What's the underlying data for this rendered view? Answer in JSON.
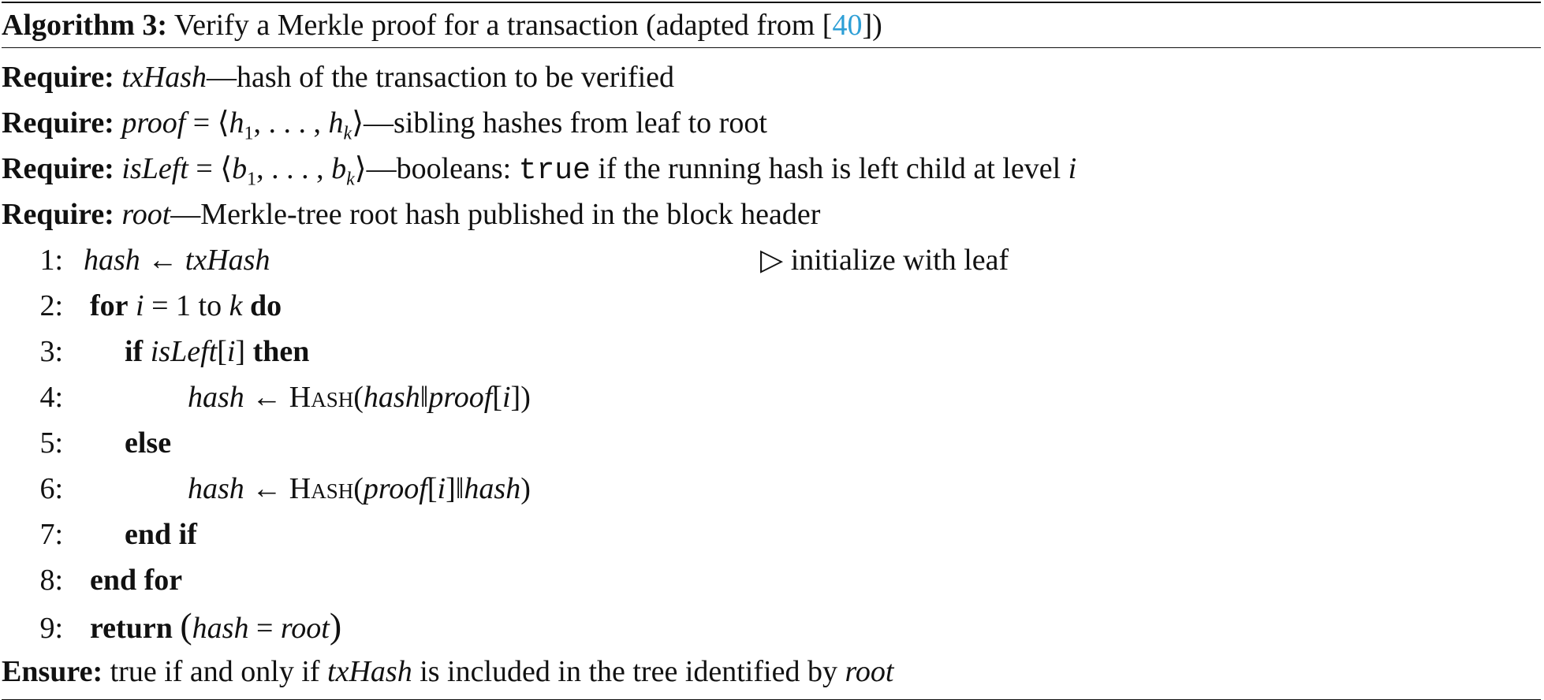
{
  "algorithm": {
    "label": "Algorithm 3:",
    "title": "Verify a Merkle proof for a transaction (adapted from ",
    "cite_open": "[",
    "cite_ref": "40",
    "cite_close": "])"
  },
  "requires": [
    {
      "keyword": "Require:",
      "var": "txHash",
      "text": "—hash of the transaction to be verified"
    },
    {
      "keyword": "Require:",
      "var": "proof",
      "eq": " = ⟨",
      "h": "h",
      "sub1": "1",
      "dots": ", . . . , ",
      "sub2": "k",
      "close": "⟩",
      "text": "—sibling hashes from leaf to root"
    },
    {
      "keyword": "Require:",
      "var": "isLeft",
      "eq": " = ⟨",
      "h": "b",
      "sub1": "1",
      "dots": ", . . . , ",
      "sub2": "k",
      "close": "⟩",
      "text_a": "—booleans: ",
      "code": "true",
      "text_b": " if the running hash is left child at level ",
      "level_var": "i"
    },
    {
      "keyword": "Require:",
      "var": "root",
      "text": "—Merkle-tree root hash published in the block header"
    }
  ],
  "lines": [
    {
      "num": "1:",
      "lhs": "hash",
      "arrow": " ← ",
      "rhs": "txHash",
      "comment_marker": "▷",
      "comment": " initialize with leaf"
    },
    {
      "num": "2:",
      "kw_for": "for",
      "var_i": "i",
      "mid": " = 1 to ",
      "var_k": "k",
      "kw_do": "do"
    },
    {
      "num": "3:",
      "kw_if": "if",
      "cond": "isLeft",
      "idx_open": "[",
      "idx": "i",
      "idx_close": "]",
      "kw_then": "then"
    },
    {
      "num": "4:",
      "lhs": "hash",
      "arrow": " ← ",
      "fn": "Hash",
      "open": "(",
      "a": "hash",
      "concat": "‖",
      "b": "proof",
      "bo": "[",
      "bi": "i",
      "bc": "]",
      "close": ")"
    },
    {
      "num": "5:",
      "kw_else": "else"
    },
    {
      "num": "6:",
      "lhs": "hash",
      "arrow": " ← ",
      "fn": "Hash",
      "open": "(",
      "a": "proof",
      "ao": "[",
      "ai": "i",
      "ac": "]",
      "concat": "‖",
      "b": "hash",
      "close": ")"
    },
    {
      "num": "7:",
      "kw_endif": "end if"
    },
    {
      "num": "8:",
      "kw_endfor": "end for"
    },
    {
      "num": "9:",
      "kw_return": "return",
      "open": "(",
      "a": "hash",
      "eq": " = ",
      "b": "root",
      "close": ")"
    }
  ],
  "ensure": {
    "keyword": "Ensure:",
    "text_a": " true if and only if ",
    "var": "txHash",
    "text_b": " is included in the tree identified by ",
    "var2": "root"
  },
  "colors": {
    "text": "#111111",
    "citation": "#2e9fd6"
  }
}
